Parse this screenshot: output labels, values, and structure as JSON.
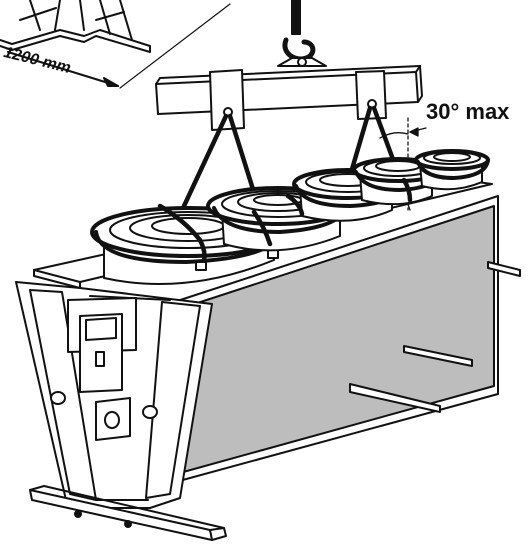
{
  "annotations": {
    "length_dimension": "1200 mm",
    "max_angle": "30° max"
  },
  "colors": {
    "line": "#111111",
    "coil_panel": "#bdbdbd",
    "frame_fill": "#ffffff"
  },
  "icons": {
    "hook": "crane-hook-icon",
    "spreader": "lifting-beam",
    "fans": "fan-guard-icon"
  }
}
